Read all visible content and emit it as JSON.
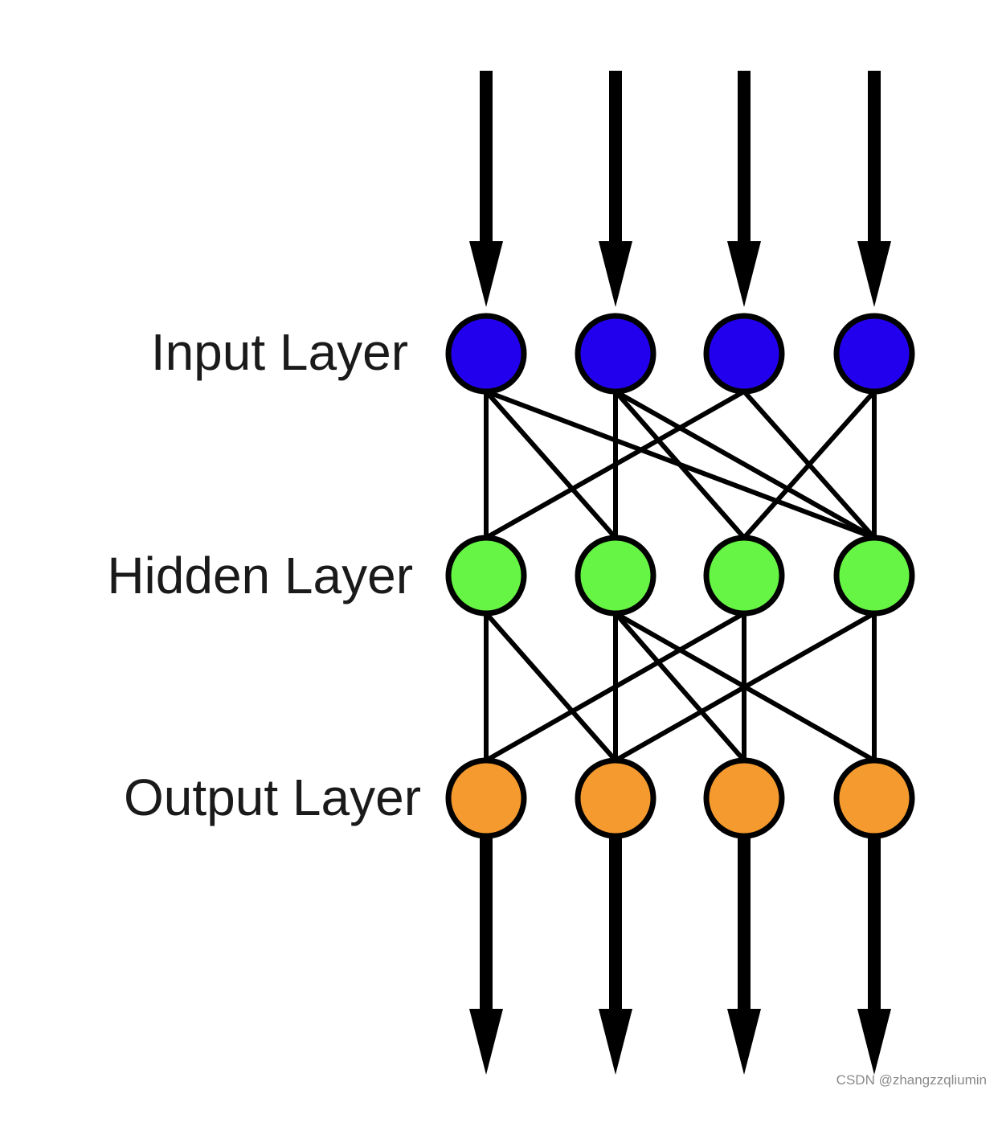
{
  "labels": {
    "input": "Input Layer",
    "hidden": "Hidden Layer",
    "output": "Output Layer"
  },
  "watermark": "CSDN @zhangzzqliumin",
  "colors": {
    "input": "#2200ee",
    "hidden": "#66f544",
    "output": "#f59a2e",
    "stroke": "#000000"
  },
  "layers": [
    {
      "id": "input",
      "nodes": 4
    },
    {
      "id": "hidden",
      "nodes": 4
    },
    {
      "id": "output",
      "nodes": 4
    }
  ],
  "connections": {
    "input_to_hidden": [
      [
        0,
        0
      ],
      [
        0,
        1
      ],
      [
        0,
        3
      ],
      [
        1,
        1
      ],
      [
        1,
        2
      ],
      [
        1,
        3
      ],
      [
        2,
        0
      ],
      [
        2,
        3
      ],
      [
        3,
        2
      ],
      [
        3,
        3
      ]
    ],
    "hidden_to_output": [
      [
        0,
        0
      ],
      [
        0,
        1
      ],
      [
        1,
        1
      ],
      [
        1,
        2
      ],
      [
        1,
        3
      ],
      [
        2,
        0
      ],
      [
        2,
        2
      ],
      [
        3,
        1
      ],
      [
        3,
        3
      ]
    ]
  }
}
